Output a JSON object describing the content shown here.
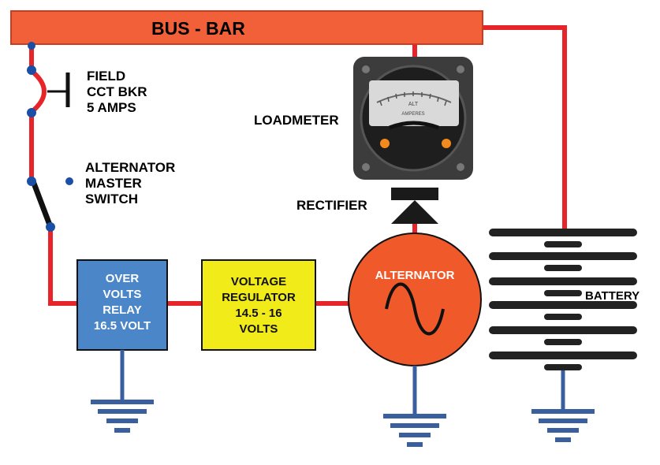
{
  "title": "BUS - BAR",
  "labels": {
    "field_breaker": [
      "FIELD",
      "CCT BKR",
      "5 AMPS"
    ],
    "master_switch": [
      "ALTERNATOR",
      "MASTER",
      "SWITCH"
    ],
    "loadmeter": "LOADMETER",
    "rectifier": "RECTIFIER",
    "battery": "BATTERY",
    "alternator": "ALTERNATOR",
    "meter_face": "AMPERES",
    "meter_scale": "ALT"
  },
  "boxes": {
    "over_volts_relay": [
      "OVER",
      "VOLTS",
      "RELAY",
      "16.5 VOLT"
    ],
    "voltage_regulator": [
      "VOLTAGE",
      "REGULATOR",
      "14.5 - 16",
      "VOLTS"
    ]
  },
  "colors": {
    "wire": "#e8242b",
    "bus_bar": "#f2603a",
    "relay_box": "#4a86c8",
    "regulator_box": "#f2eb1a",
    "alternator": "#f05a2a",
    "ground": "#3a5f9e",
    "battery_plate": "#222222"
  }
}
